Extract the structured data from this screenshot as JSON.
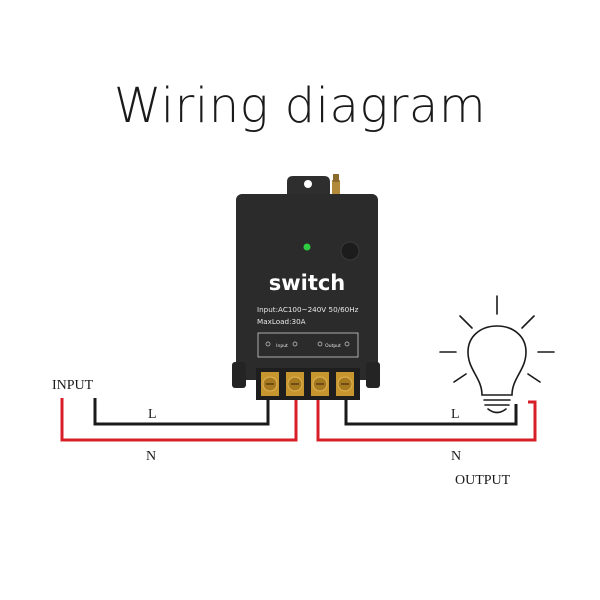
{
  "title": "Wiring diagram",
  "device": {
    "name": "switch",
    "input_spec": "Input:AC100~240V 50/60Hz",
    "max_load": "MaxLoad:30A",
    "terminal_labels": [
      "Input",
      "Output"
    ]
  },
  "labels": {
    "input": "INPUT",
    "output": "OUTPUT",
    "left_l": "L",
    "left_n": "N",
    "right_l": "L",
    "right_n": "N"
  },
  "colors": {
    "live_wire": "#1a1a1a",
    "neutral_wire": "#d81e28",
    "device_body": "#2b2b2b",
    "led": "#2ecc40",
    "terminal_brass": "#c8962e"
  },
  "icons": [
    "antenna-icon",
    "led-indicator-icon",
    "light-bulb-icon"
  ]
}
